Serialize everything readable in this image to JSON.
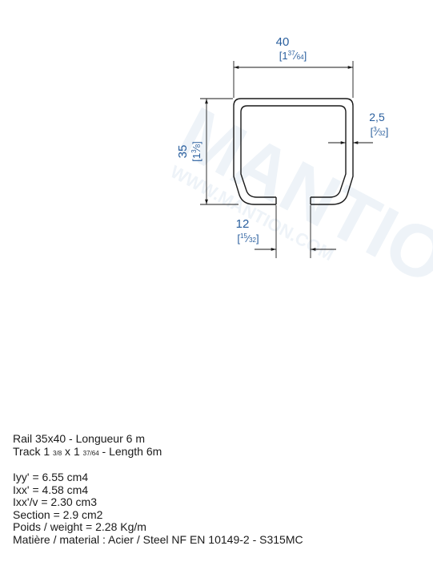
{
  "watermark": {
    "brand": "MANTION",
    "url": "WWW.MANTION.COM",
    "color": "#e9f0f7"
  },
  "colors": {
    "dimension": "#2a5f9e",
    "profile": "#1a1a1a"
  },
  "dimensions": {
    "width": {
      "mm": "40",
      "inch_whole": "1",
      "inch_num": "37",
      "inch_den": "64"
    },
    "height": {
      "mm": "35",
      "inch_whole": "1",
      "inch_num": "3",
      "inch_den": "8"
    },
    "thickness": {
      "mm": "2,5",
      "inch_num": "3",
      "inch_den": "32"
    },
    "opening": {
      "mm": "12",
      "inch_num": "15",
      "inch_den": "32"
    }
  },
  "specs": {
    "line1": "Rail 35x40  - Longueur 6 m",
    "track_prefix": "Track 1",
    "track_frac1": "3/8",
    "track_x": " x 1",
    "track_frac2": "37/64",
    "track_suffix": "  -   Length  6m",
    "iyy": "Iyy' = 6.55 cm4",
    "ixx": "Ixx' = 4.58 cm4",
    "ixxv": "Ixx'/v = 2.30 cm3",
    "section": "Section = 2.9 cm2",
    "weight": "Poids / weight = 2.28 Kg/m",
    "material": "Matière / material : Acier / Steel NF EN 10149-2 - S315MC"
  }
}
